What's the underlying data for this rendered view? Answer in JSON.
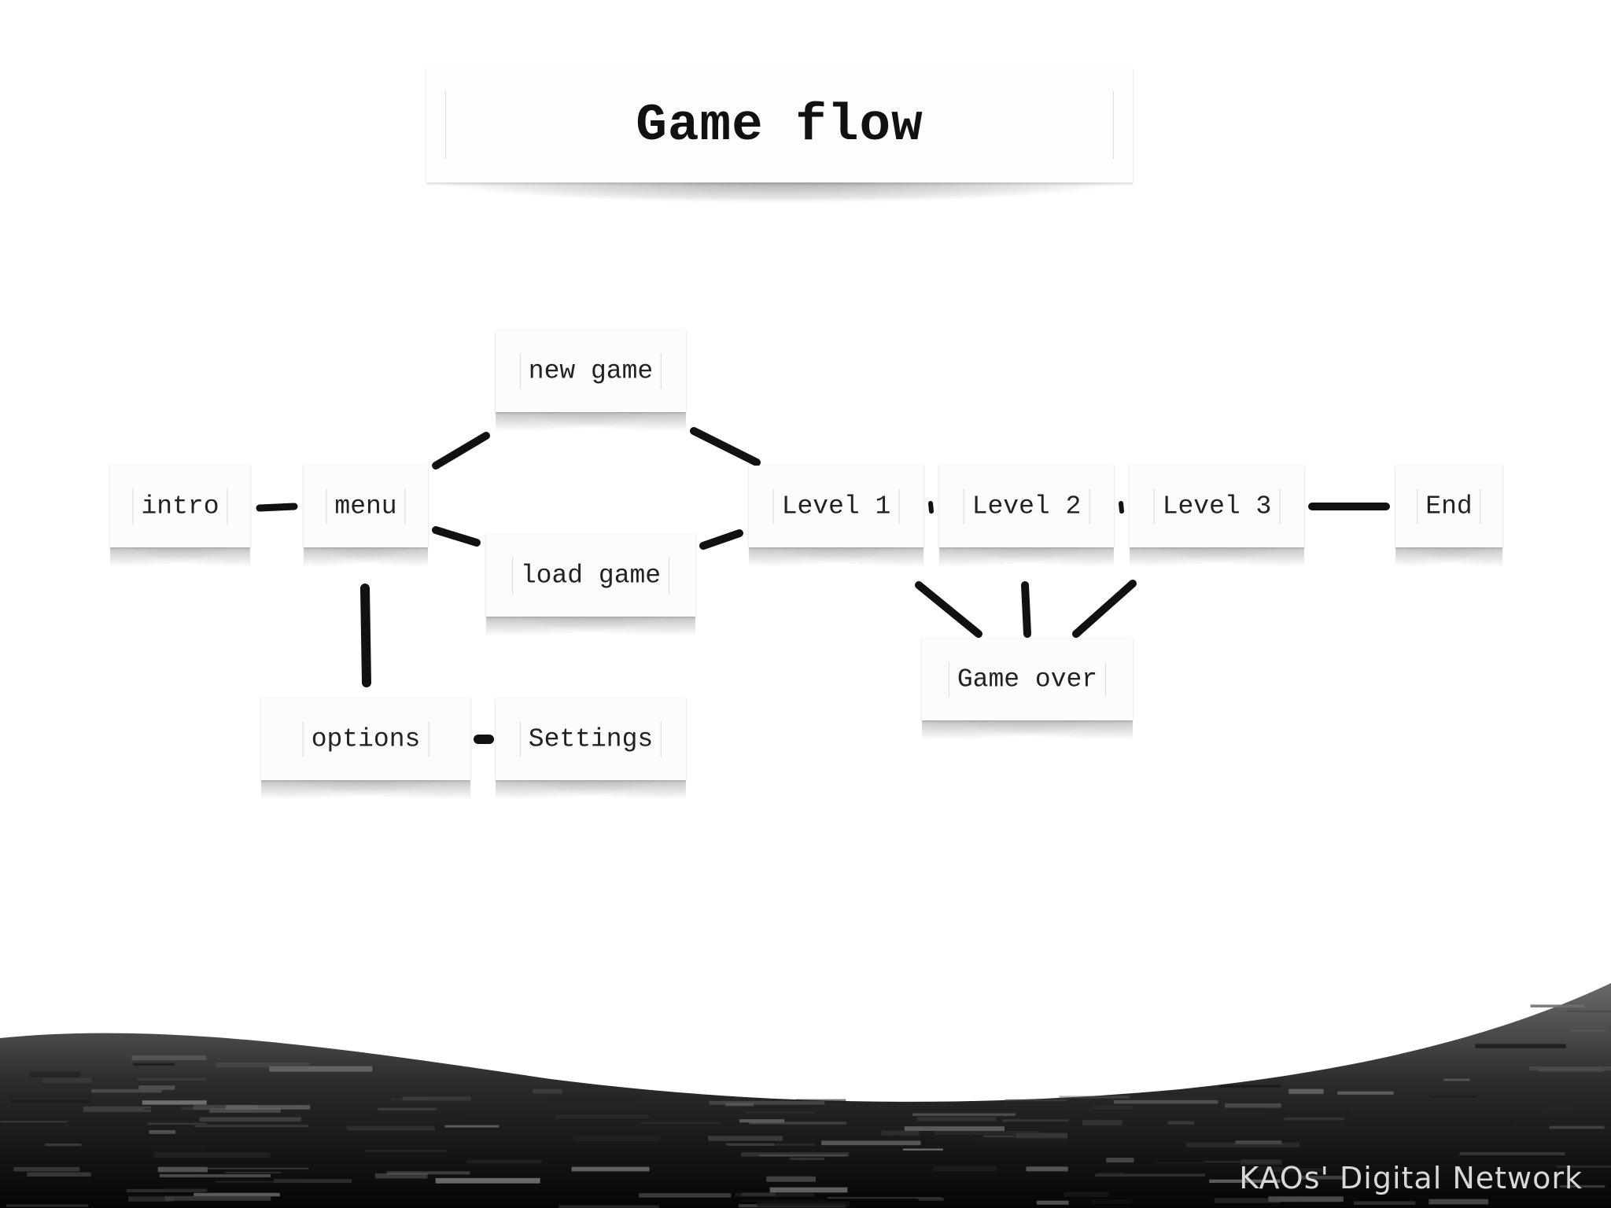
{
  "title": "Game flow",
  "nodes": {
    "intro": "intro",
    "menu": "menu",
    "new_game": "new game",
    "load_game": "load game",
    "options": "options",
    "settings": "Settings",
    "level1": "Level 1",
    "level2": "Level 2",
    "level3": "Level 3",
    "end": "End",
    "game_over": "Game over"
  },
  "edges": [
    [
      "intro",
      "menu"
    ],
    [
      "menu",
      "new_game"
    ],
    [
      "menu",
      "load_game"
    ],
    [
      "menu",
      "options"
    ],
    [
      "options",
      "settings"
    ],
    [
      "new_game",
      "level1"
    ],
    [
      "load_game",
      "level1"
    ],
    [
      "level1",
      "level2"
    ],
    [
      "level2",
      "level3"
    ],
    [
      "level3",
      "end"
    ],
    [
      "level1",
      "game_over"
    ],
    [
      "level2",
      "game_over"
    ],
    [
      "level3",
      "game_over"
    ]
  ],
  "brand": "KAOs' Digital Network",
  "colors": {
    "background": "#ffffff",
    "ink": "#111111",
    "card": "#fcfcfc"
  }
}
